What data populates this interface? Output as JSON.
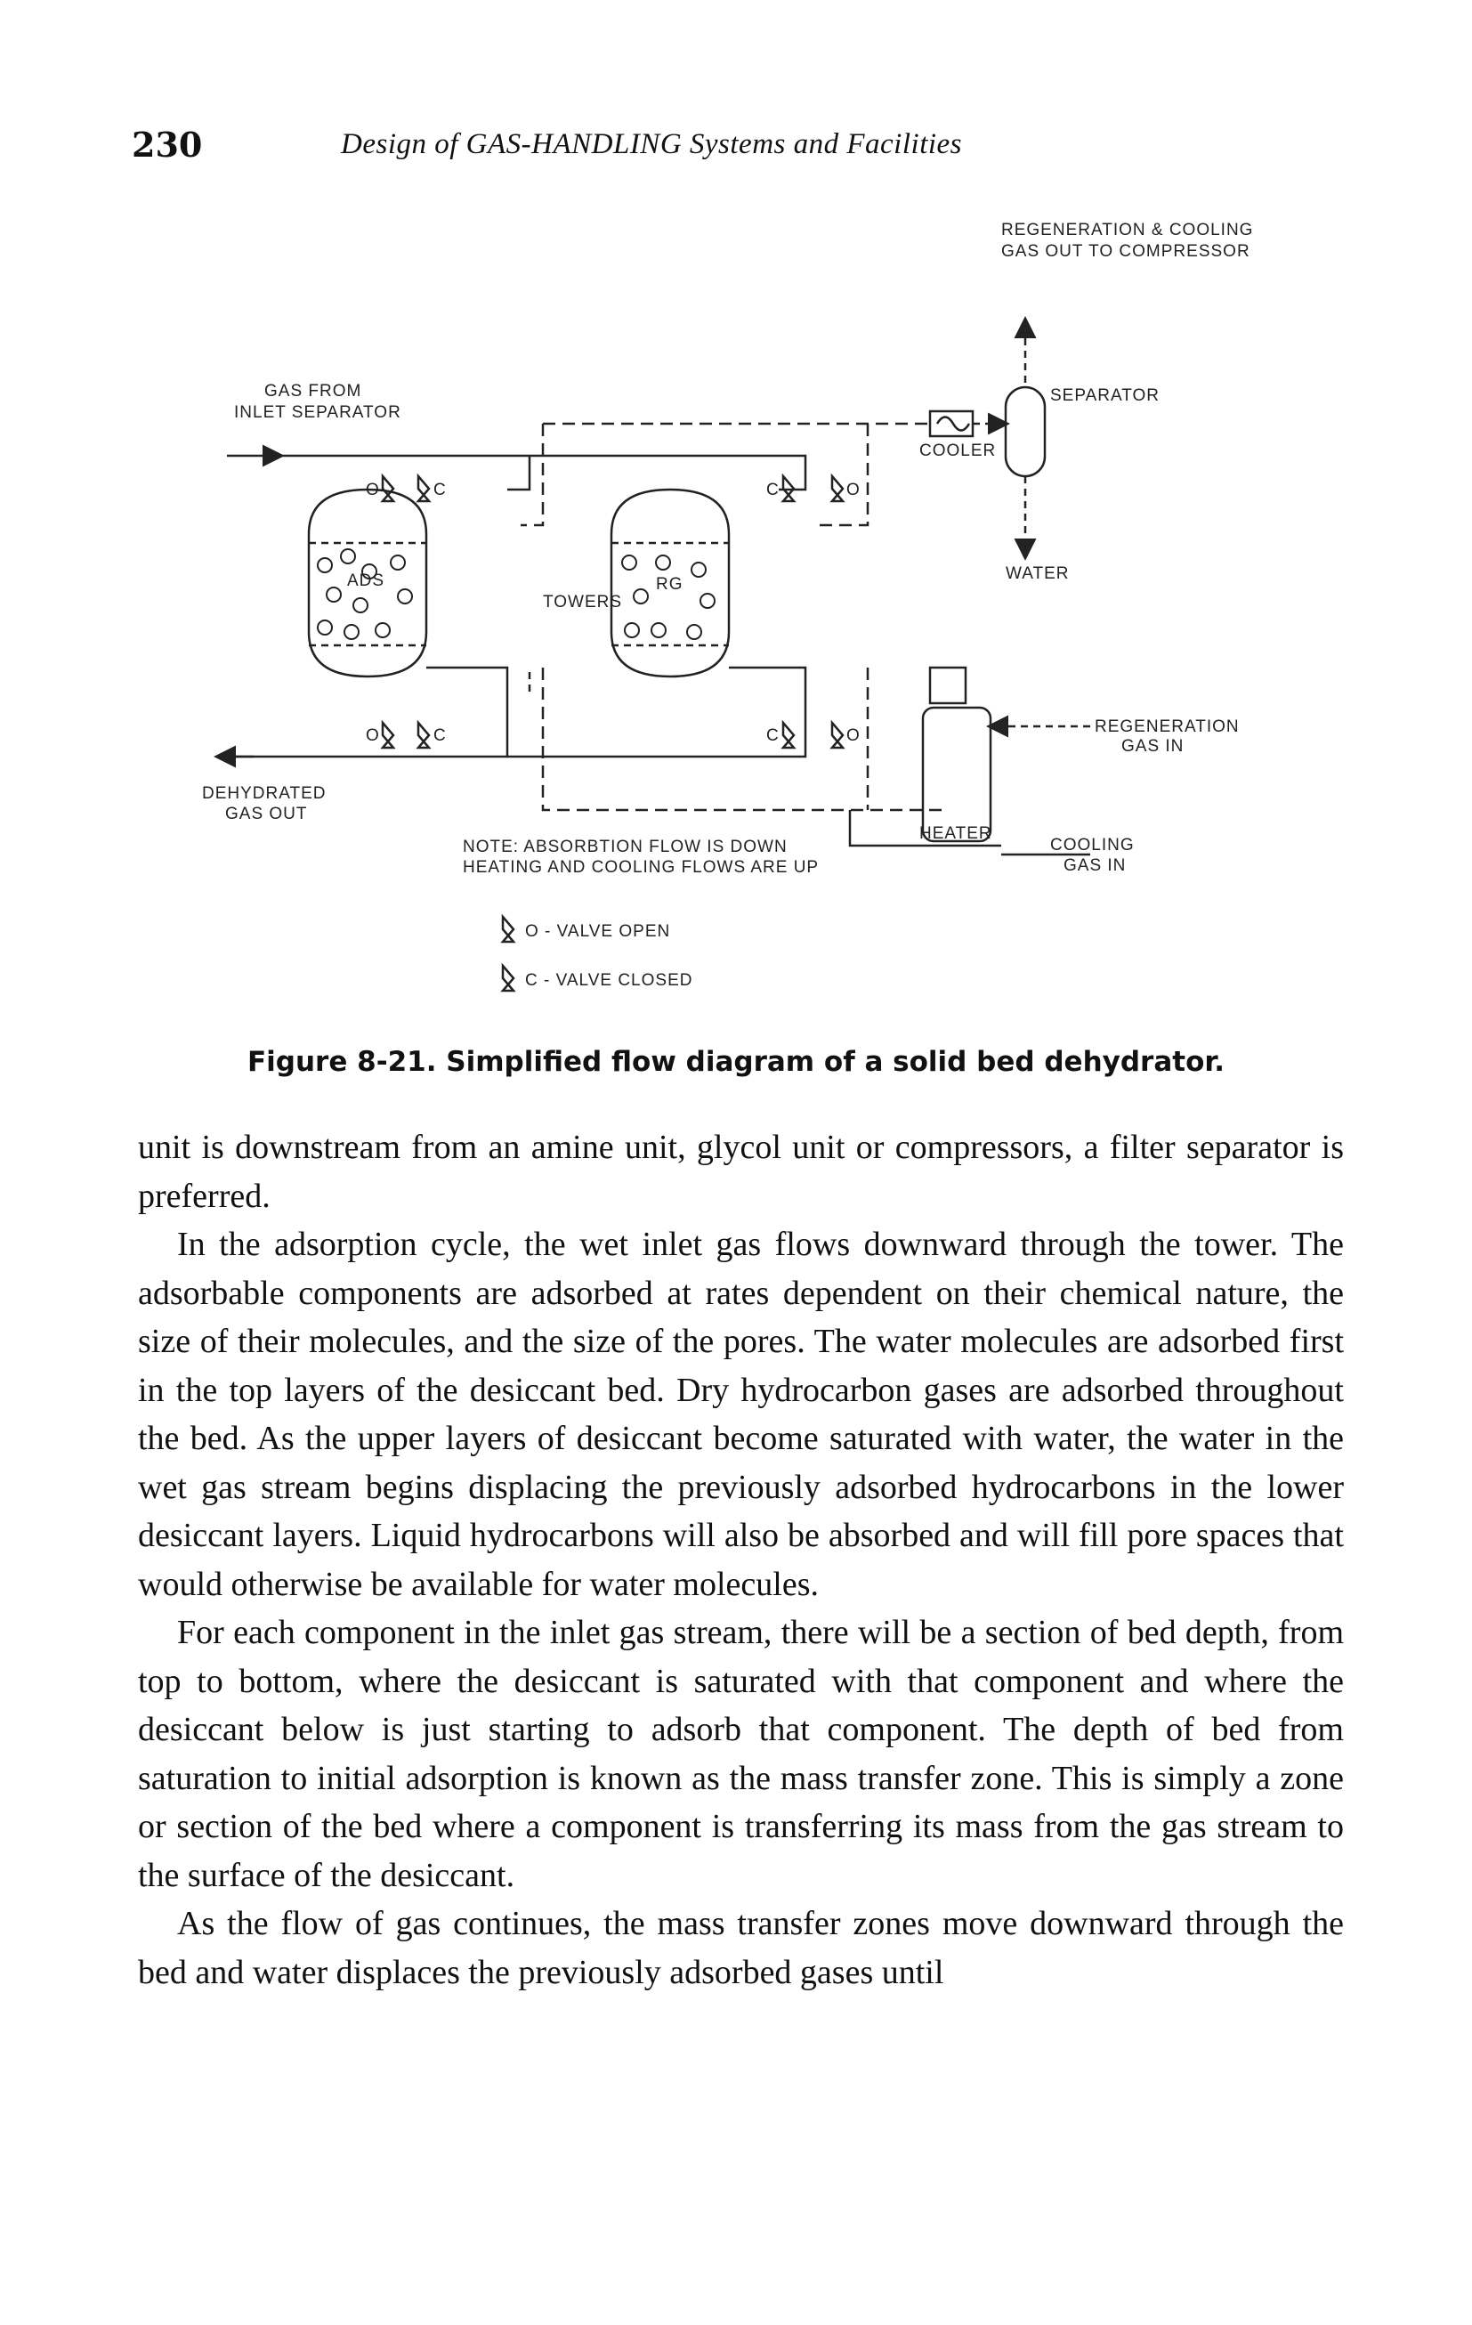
{
  "header": {
    "page_number": "230",
    "running_head": "Design of GAS-HANDLING Systems and Facilities"
  },
  "figure": {
    "labels": {
      "regen_out_1": "REGENERATION & COOLING",
      "regen_out_2": "GAS OUT TO COMPRESSOR",
      "gas_from_1": "GAS FROM",
      "gas_from_2": "INLET SEPARATOR",
      "separator": "SEPARATOR",
      "cooler": "COOLER",
      "water": "WATER",
      "towers": "TOWERS",
      "ads": "ADS",
      "rg": "RG",
      "regen_in_1": "REGENERATION",
      "regen_in_2": "GAS IN",
      "dehydrated_1": "DEHYDRATED",
      "dehydrated_2": "GAS OUT",
      "heater": "HEATER",
      "cooling_1": "COOLING",
      "cooling_2": "GAS IN",
      "note_1": "NOTE: ABSORBTION FLOW IS DOWN",
      "note_2": "HEATING AND COOLING FLOWS ARE UP",
      "valve_open": "O - VALVE OPEN",
      "valve_closed": "C - VALVE CLOSED",
      "o": "O",
      "c": "C"
    }
  },
  "caption": "Figure 8-21. Simplified flow diagram of a solid bed dehydrator.",
  "body": {
    "p1": "unit is downstream from an amine unit, glycol unit or compressors, a filter separator is preferred.",
    "p2": "In the adsorption cycle, the wet inlet gas flows downward through the tower. The adsorbable components are adsorbed at rates dependent on their chemical nature, the size of their molecules, and the size of the pores. The water molecules are adsorbed first in the top layers of the desiccant bed. Dry hydrocarbon gases are adsorbed throughout the bed. As the upper layers of desiccant become saturated with water, the water in the wet gas stream begins displacing the previously adsorbed hydrocarbons in the lower desiccant layers. Liquid hydrocarbons will also be absorbed and will fill pore spaces that would otherwise be available for water molecules.",
    "p3": "For each component in the inlet gas stream, there will be a section of bed depth, from top to bottom, where the desiccant is saturated with that component and where the desiccant below is just starting to adsorb that component. The depth of bed from saturation to initial adsorption is known as the mass transfer zone. This is simply a zone or section of the bed where a component is transferring its mass from the gas stream to the surface of the desiccant.",
    "p4": "As the flow of gas continues, the mass transfer zones move downward through the bed and water displaces the previously adsorbed gases until"
  }
}
